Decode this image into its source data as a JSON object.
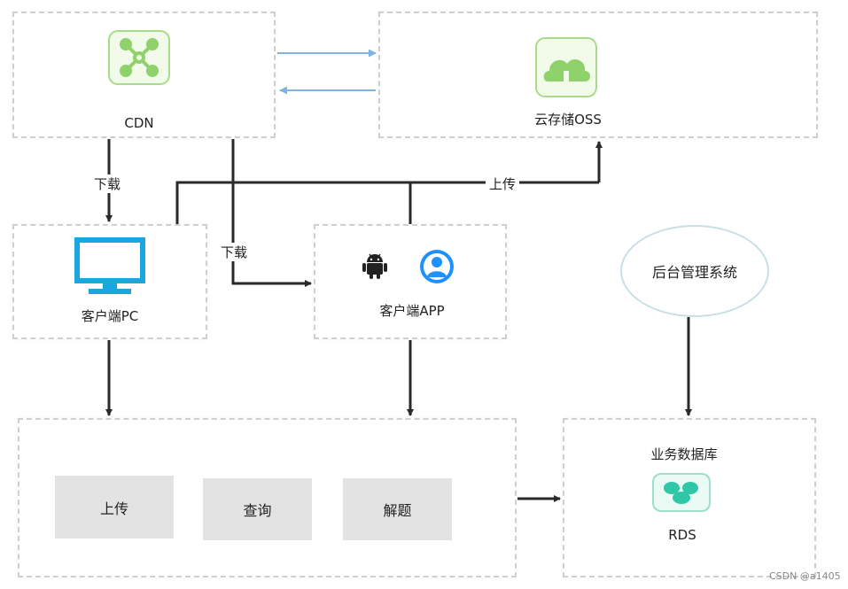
{
  "nodes": {
    "cdn": {
      "label": "CDN"
    },
    "oss": {
      "label": "云存储OSS"
    },
    "client_pc": {
      "label": "客户端PC"
    },
    "client_app": {
      "label": "客户端APP"
    },
    "admin": {
      "label": "后台管理系统"
    },
    "rds": {
      "title": "业务数据库",
      "label": "RDS"
    }
  },
  "functions": {
    "upload": "上传",
    "query": "查询",
    "solve": "解题"
  },
  "edge_labels": {
    "download_pc": "下载",
    "download_app": "下载",
    "upload_oss": "上传"
  },
  "watermark": "CSDN @a1405",
  "colors": {
    "cdn_icon": "#8fd16a",
    "oss_icon": "#8fd16a",
    "monitor": "#1aa7e0",
    "user_icon": "#1e90ff",
    "rds_icon": "#2ec7a7",
    "arrow_blue": "#7fb3e6",
    "arrow_dark": "#2a2a2a"
  },
  "icons": [
    "network-icon",
    "cloud-icon",
    "monitor-icon",
    "android-icon",
    "user-icon",
    "database-icon"
  ]
}
